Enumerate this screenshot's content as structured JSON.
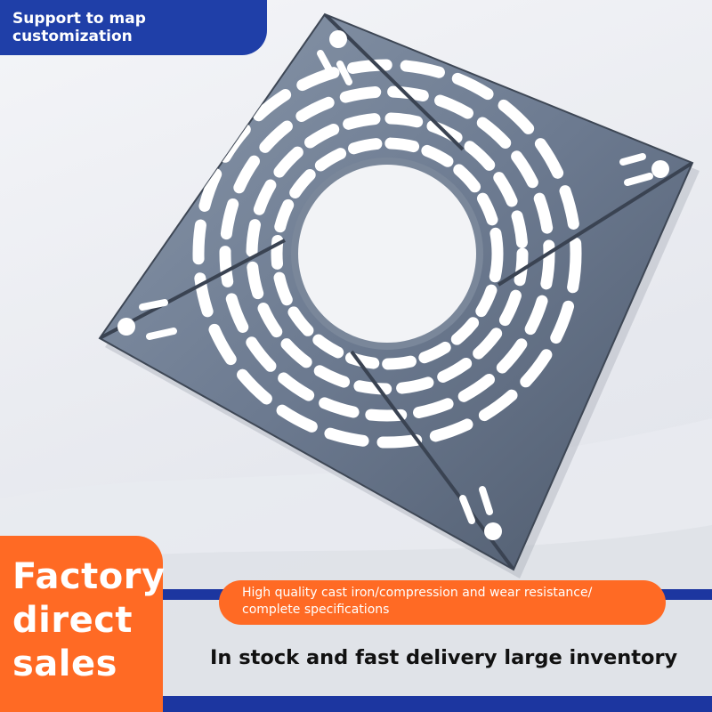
{
  "top_badge": {
    "text": "Support to map customization"
  },
  "headline": {
    "lines": [
      "Factory",
      "direct",
      "sales"
    ]
  },
  "features_pill": {
    "line1": "High quality cast iron/compression and wear resistance/",
    "line2": "complete specifications"
  },
  "tagline": {
    "text": "In stock and fast delivery large inventory"
  },
  "colors": {
    "brand_blue": "#1f3fa8",
    "accent_orange": "#ff6a24",
    "grate_metal": "#6f7d92",
    "tagline_text": "#111111"
  },
  "icons": {
    "product": "tree-grate-product-image"
  }
}
